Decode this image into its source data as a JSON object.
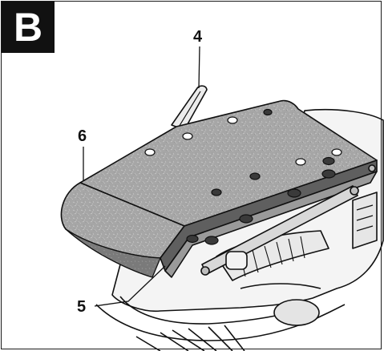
{
  "figure": {
    "panel_label": "B",
    "callouts": [
      {
        "id": "callout-4",
        "text": "4"
      },
      {
        "id": "callout-6",
        "text": "6"
      },
      {
        "id": "callout-5",
        "text": "5"
      }
    ]
  },
  "colors": {
    "paper_fill": "#a9a9a9",
    "paper_dark": "#6e6e6e",
    "plate_fill": "#7d7d7d",
    "tool_body": "#f2f2f2",
    "outline": "#111111"
  },
  "icons": [
    "orbital-sander-illustration",
    "sanding-paper",
    "dust-holes",
    "clamp-lever"
  ]
}
